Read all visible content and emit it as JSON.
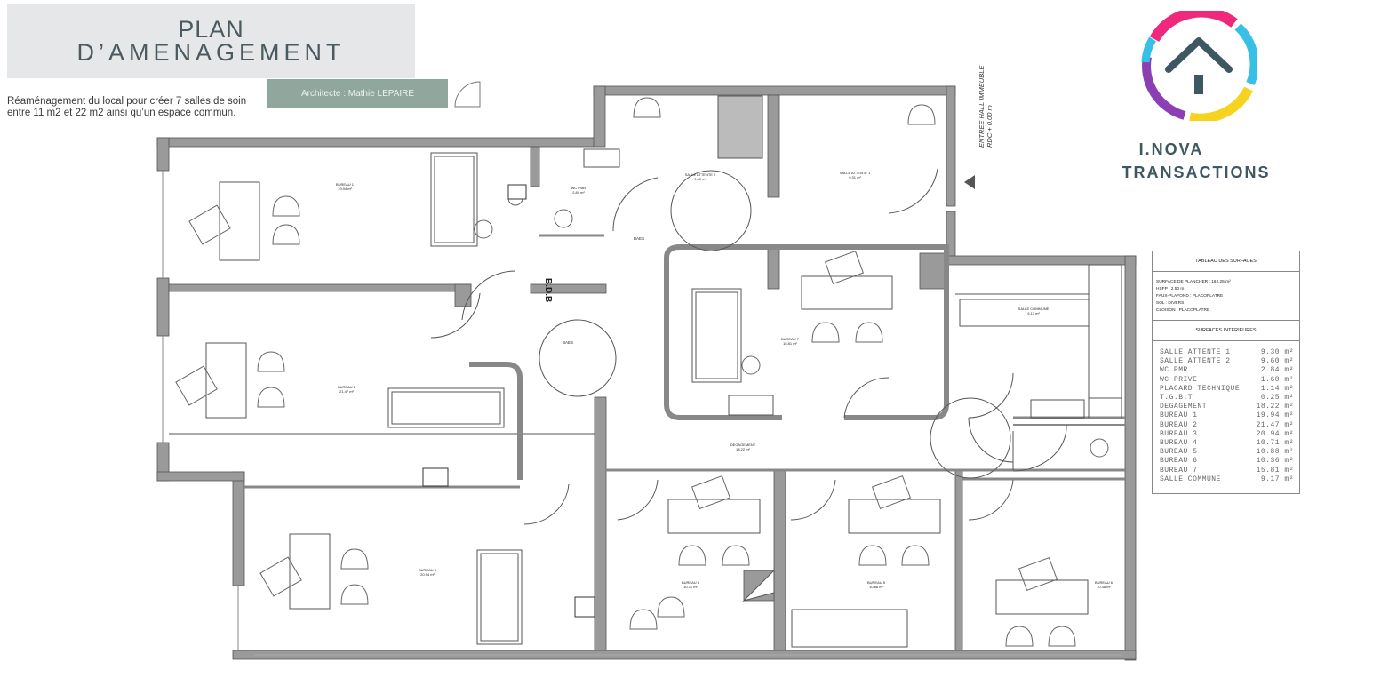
{
  "header": {
    "title_line1": "PLAN",
    "title_line2": "D’AMENAGEMENT",
    "architect": "Architecte : Mathie LEPAIRE",
    "description": "Réaménagement du local pour créer 7 salles de soin entre 11 m2 et 22 m2 ainsi qu’un espace commun."
  },
  "brand": {
    "line1": "I.NOVA",
    "line2": "TRANSACTIONS",
    "icon": "house-logo-icon"
  },
  "entry": {
    "line1": "ENTREE HALL IMMEUBLE",
    "line2": "RDC + 0.00 m"
  },
  "table": {
    "header": "TABLEAU DES SURFACES",
    "info": [
      "SURFACE DE PLANCHER : 162.25 m²",
      "HSFP : 2.50 m",
      "FAUX-PLAFOND : PLACOPLATRE",
      "SOL : DIVERS",
      "CLOISON : PLACOPLATRE"
    ],
    "subheader": "SURFACES INTERIEURES",
    "rows": [
      {
        "name": "SALLE ATTENTE 1",
        "value": "9.30 m²"
      },
      {
        "name": "SALLE ATTENTE 2",
        "value": "9.60 m²"
      },
      {
        "name": "WC PMR",
        "value": "2.84 m²"
      },
      {
        "name": "WC PRIVE",
        "value": "1.60 m²"
      },
      {
        "name": "PLACARD TECHNIQUE",
        "value": "1.14 m²"
      },
      {
        "name": "T.G.B.T",
        "value": "0.25 m²"
      },
      {
        "name": "DEGAGEMENT",
        "value": "18.22 m²"
      },
      {
        "name": "BUREAU 1",
        "value": "19.94 m²"
      },
      {
        "name": "BUREAU 2",
        "value": "21.47 m²"
      },
      {
        "name": "BUREAU 3",
        "value": "20.94 m²"
      },
      {
        "name": "BUREAU 4",
        "value": "10.71 m²"
      },
      {
        "name": "BUREAU 5",
        "value": "10.88 m²"
      },
      {
        "name": "BUREAU 6",
        "value": "10.36 m²"
      },
      {
        "name": "BUREAU 7",
        "value": "15.81 m²"
      },
      {
        "name": "SALLE COMMUNE",
        "value": "9.17 m²"
      }
    ]
  },
  "rooms": {
    "bureau1": {
      "name": "BUREAU 1",
      "area": "19.94 m²"
    },
    "bureau2": {
      "name": "BUREAU 2",
      "area": "21.47 m²"
    },
    "bureau3": {
      "name": "BUREAU 3",
      "area": "20.94 m²"
    },
    "bureau4": {
      "name": "BUREAU 4",
      "area": "10.71 m²"
    },
    "bureau5": {
      "name": "BUREAU 5",
      "area": "10.88 m²"
    },
    "bureau6": {
      "name": "BUREAU 6",
      "area": "10.36 m²"
    },
    "bureau7": {
      "name": "BUREAU 7",
      "area": "15.81 m²"
    },
    "attente1": {
      "name": "SALLE ATTENTE 1",
      "area": "9.31 m²"
    },
    "attente2": {
      "name": "SALLE ATTENTE 2",
      "area": "9.60 m²"
    },
    "wcpmr": {
      "name": "WC PMR",
      "area": "2.84 m²"
    },
    "degagement": {
      "name": "DEGAGEMENT",
      "area": "18.22 m²"
    },
    "commune": {
      "name": "SALLE COMMUNE",
      "area": "9.17 m²"
    },
    "bdb": "B.D.B",
    "baes1": "BAES",
    "baes2": "BAES"
  },
  "colors": {
    "wall": "#9a9a9a",
    "wall_dark": "#555555",
    "title_bg": "#e6e7e8",
    "architect_bg": "#8fa79c",
    "brand_text": "#3e5863"
  }
}
